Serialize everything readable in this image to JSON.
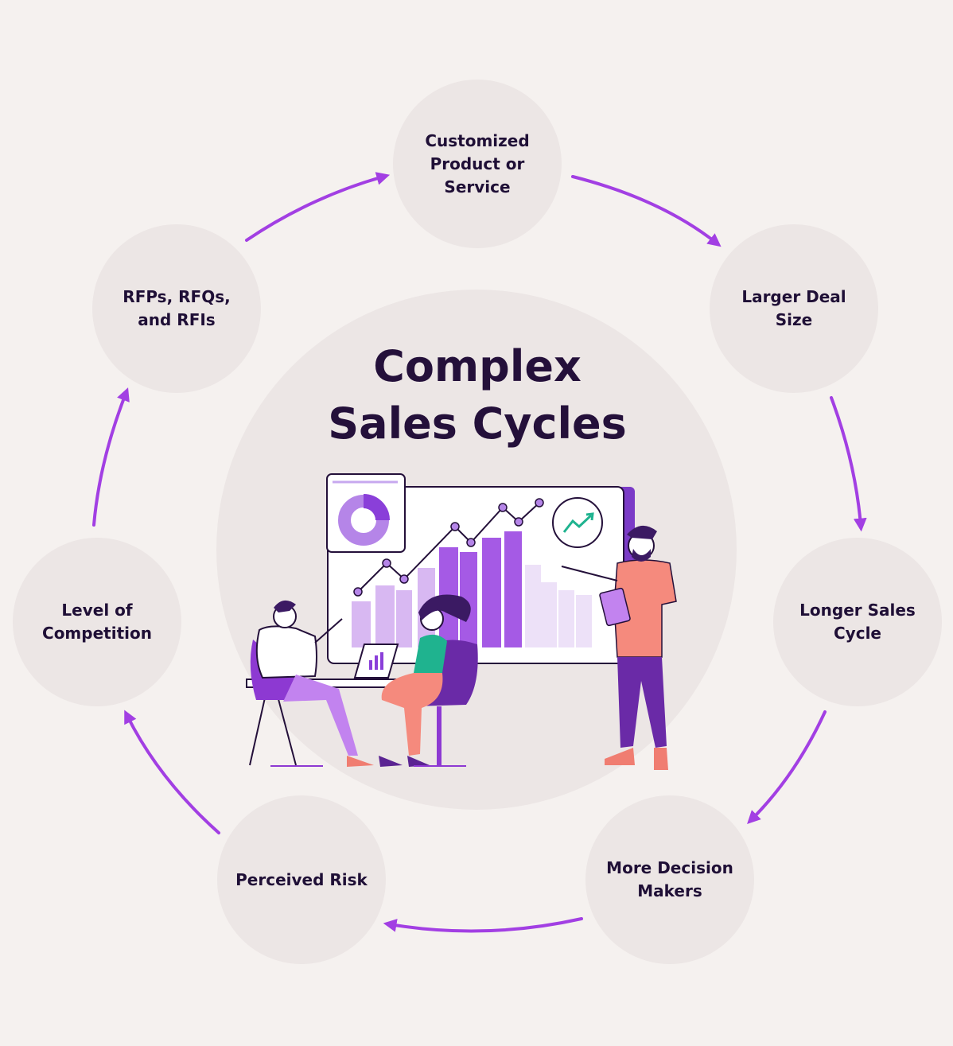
{
  "diagram": {
    "title": "Complex\nSales Cycles",
    "nodes": [
      {
        "id": "customized",
        "label": "Customized\nProduct or\nService"
      },
      {
        "id": "larger-deal",
        "label": "Larger Deal\nSize"
      },
      {
        "id": "longer-cycle",
        "label": "Longer Sales\nCycle"
      },
      {
        "id": "decision-makers",
        "label": "More Decision\nMakers"
      },
      {
        "id": "perceived-risk",
        "label": "Perceived Risk"
      },
      {
        "id": "competition",
        "label": "Level of\nCompetition"
      },
      {
        "id": "rfps",
        "label": "RFPs, RFQs,\nand RFIs"
      }
    ],
    "colors": {
      "background": "#f5f1ef",
      "node_fill": "#ece6e5",
      "arrow": "#a23fe3",
      "text": "#1f0f36"
    }
  },
  "illustration": {
    "description_icons": [
      "donut-chart-card",
      "trend-arrow-badge",
      "bar-line-board",
      "people-at-desk",
      "presenter"
    ]
  }
}
